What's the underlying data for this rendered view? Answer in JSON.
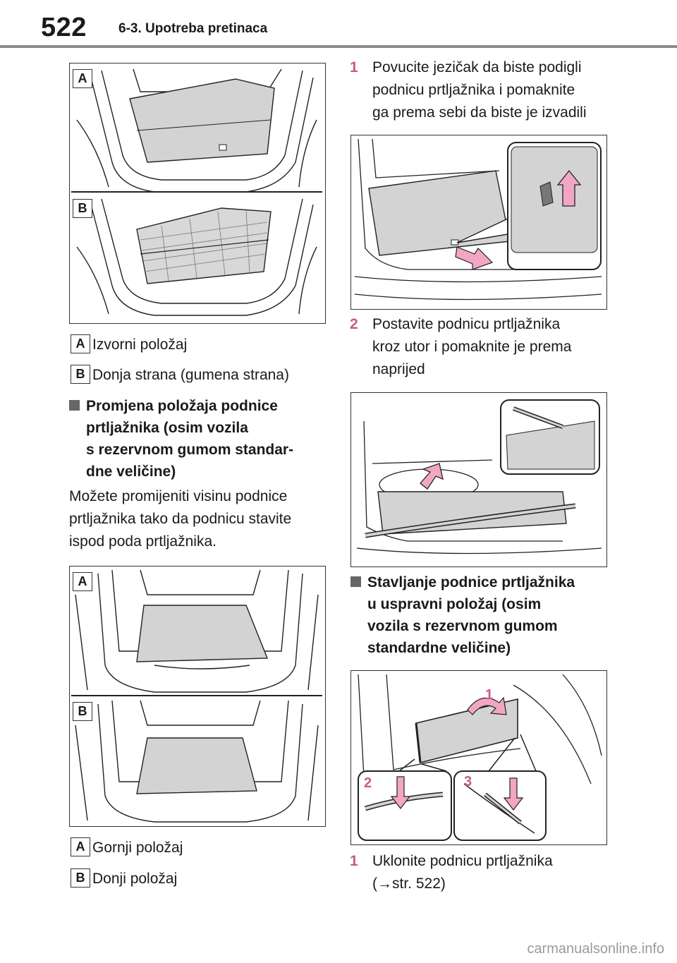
{
  "header": {
    "page_number": "522",
    "section": "6-3. Upotreba pretinaca"
  },
  "figure1": {
    "labels": [
      "A",
      "B"
    ],
    "captions": [
      {
        "badge": "A",
        "text": "Izvorni položaj"
      },
      {
        "badge": "B",
        "text": "Donja strana (gumena strana)"
      }
    ]
  },
  "section1": {
    "heading": [
      "Promjena položaja podnice",
      "prtljažnika (osim vozila",
      "s rezervnom gumom standar-",
      "dne veličine)"
    ],
    "body": [
      "Možete promijeniti visinu podnice",
      "prtljažnika tako da podnicu stavite",
      "ispod poda prtljažnika."
    ]
  },
  "figure2": {
    "labels": [
      "A",
      "B"
    ],
    "captions": [
      {
        "badge": "A",
        "text": "Gornji položaj"
      },
      {
        "badge": "B",
        "text": "Donji položaj"
      }
    ]
  },
  "steps_right": [
    {
      "num": "1",
      "lines": [
        "Povucite jezičak da biste podigli",
        "podnicu prtljažnika i pomaknite",
        "ga prema sebi da biste je izvadili"
      ]
    },
    {
      "num": "2",
      "lines": [
        "Postavite podnicu prtljažnika",
        "kroz utor i pomaknite je prema",
        "naprijed"
      ]
    }
  ],
  "section2": {
    "heading": [
      "Stavljanje podnice prtljažnika",
      "u uspravni položaj (osim",
      "vozila s rezervnom gumom",
      "standardne veličine)"
    ]
  },
  "figure5": {
    "callouts": [
      "1",
      "2",
      "3"
    ]
  },
  "final_step": {
    "num": "1",
    "lines": [
      "Uklonite podnicu prtljažnika",
      "(→str. 522)"
    ]
  },
  "watermark": "carmanualsonline.info",
  "colors": {
    "accent": "#c8588c",
    "arrow_fill": "#f2a6c4",
    "panel_gray": "#d3d3d3"
  }
}
